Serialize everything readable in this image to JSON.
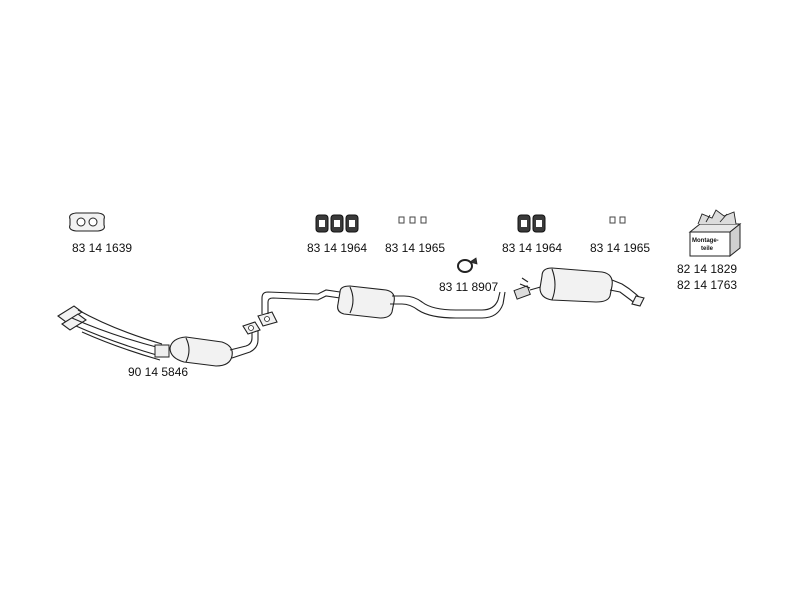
{
  "diagram": {
    "parts": [
      {
        "id": "gasket-flange",
        "number": "83 14 1639",
        "icon": "flange-gasket-icon"
      },
      {
        "id": "rubber-mounts-a",
        "number": "83 14 1964",
        "icon": "rubber-mount-icon"
      },
      {
        "id": "small-hangers-a",
        "number": "83 14 1965",
        "icon": "small-hanger-icon"
      },
      {
        "id": "pipe-clamp",
        "number": "83 11 8907",
        "icon": "clamp-icon"
      },
      {
        "id": "rubber-mounts-b",
        "number": "83 14 1964",
        "icon": "rubber-mount-icon"
      },
      {
        "id": "small-hangers-b",
        "number": "83 14 1965",
        "icon": "small-hanger-icon"
      },
      {
        "id": "mounting-kit-1",
        "number": "82 14 1829",
        "icon": "mounting-kit-box-icon"
      },
      {
        "id": "mounting-kit-2",
        "number": "82 14 1763"
      },
      {
        "id": "front-pipe-catalyst",
        "number": "90 14 5846"
      }
    ],
    "kit_box_label_line1": "Montage-",
    "kit_box_label_line2": "teile"
  }
}
